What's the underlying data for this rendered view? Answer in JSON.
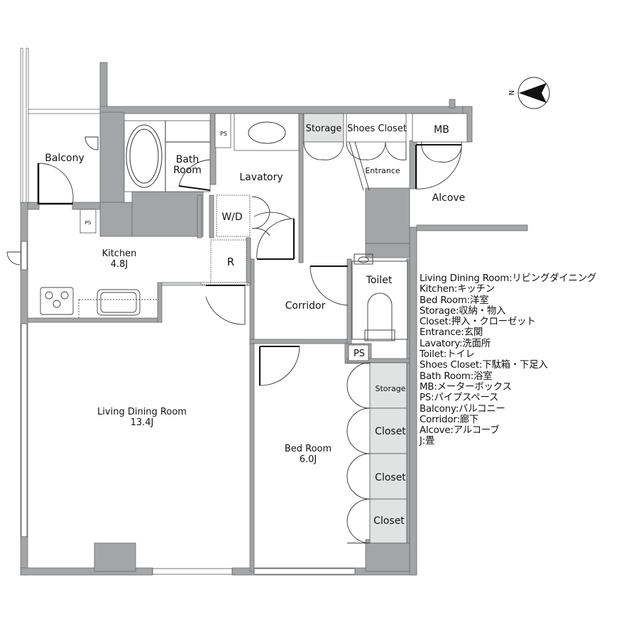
{
  "plan": {
    "colors": {
      "wall": "#a3a5a7",
      "wall_edge": "#666666",
      "storage_fill": "#e1e2e2",
      "line": "#333333",
      "door_thick": "#111111"
    },
    "rooms": {
      "balcony": {
        "label": "Balcony"
      },
      "bath_room": {
        "label_line1": "Bath",
        "label_line2": "Room"
      },
      "lavatory": {
        "label": "Lavatory"
      },
      "storage_entry": {
        "label": "Storage"
      },
      "shoes_closet": {
        "label": "Shoes Closet"
      },
      "mb": {
        "label": "MB"
      },
      "entrance": {
        "label": "Entrance"
      },
      "alcove": {
        "label": "Alcove"
      },
      "kitchen": {
        "label": "Kitchen",
        "area": "4.8J"
      },
      "wd": {
        "label": "W/D"
      },
      "refrigerator": {
        "label": "R"
      },
      "corridor": {
        "label": "Corridor"
      },
      "toilet": {
        "label": "Toilet"
      },
      "ps_toilet": {
        "label": "PS"
      },
      "ps_bath": {
        "label": "PS"
      },
      "ps_kitchen": {
        "label": "PS"
      },
      "living_dining": {
        "label": "Living Dining Room",
        "area": "13.4J"
      },
      "bed_room": {
        "label": "Bed Room",
        "area": "6.0J"
      },
      "bed_storage": {
        "label": "Storage"
      },
      "closet_1": {
        "label": "Closet"
      },
      "closet_2": {
        "label": "Closet"
      },
      "closet_3": {
        "label": "Closet"
      }
    },
    "compass": {
      "label": "N",
      "icon": "north-arrow-icon"
    }
  },
  "legend": {
    "items": [
      "Living Dining Room:リビングダイニング",
      "Kitchen:キッチン",
      "Bed Room:洋室",
      "Storage:収納・物入",
      "Closet:押入・クローゼット",
      "Entrance:玄関",
      "Lavatory:洗面所",
      "Toilet:トイレ",
      "Shoes Closet:下駄箱・下足入",
      "Bath Room:浴室",
      "MB:メーターボックス",
      "PS:パイプスペース",
      "Balcony:バルコニー",
      "Corridor:廊下",
      "Alcove:アルコーブ",
      "J:畳"
    ]
  }
}
